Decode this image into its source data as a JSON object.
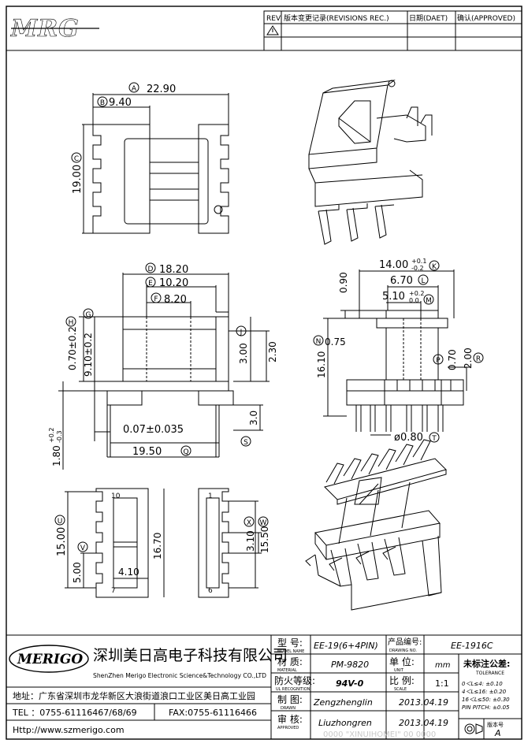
{
  "logo": {
    "text": "MRG"
  },
  "revision": {
    "headers": [
      "REV",
      "版本变更记录(REVISIONS REC.)",
      "日期(DAET)",
      "确认(APPROVED)"
    ]
  },
  "dims": {
    "a": "22.90",
    "b": "9.40",
    "c": "19.00",
    "d": "18.20",
    "e": "10.20",
    "f": "8.20",
    "h": "0.70±0.2",
    "h2": "9.10±0.2",
    "j": "3.00",
    "j2": "2.30",
    "s": "3.0",
    "p07": "0.07±0.035",
    "r": "19.50",
    "p180": "1.80",
    "p180tol_up": "+0.2",
    "p180tol_dn": "-0.3",
    "k": "14.00",
    "ktol_up": "+0.1",
    "ktol_dn": "-0.2",
    "l": "6.70",
    "m": "5.10",
    "mtol_up": "+0.2",
    "mtol_dn": "0.0",
    "p090": "0.90",
    "n": "0.75",
    "p1610": "16.10",
    "p070": "0.70",
    "q": "2.00",
    "t": "ø0.80",
    "u": "15.00",
    "v": "5.00",
    "p410": "4.10",
    "p1670": "16.70",
    "x": "3.10",
    "w": "15.50"
  },
  "markers": [
    "A",
    "B",
    "C",
    "D",
    "E",
    "F",
    "G",
    "H",
    "J",
    "K",
    "L",
    "M",
    "N",
    "P",
    "Q",
    "R",
    "S",
    "T",
    "U",
    "V",
    "W",
    "X"
  ],
  "pins": [
    "10",
    "7",
    "1",
    "6"
  ],
  "company": {
    "logo_text": "MERIGO",
    "name_cn": "深圳美日高电子科技有限公司",
    "name_en": "ShenZhen Merigo Electronic Science&Technology CO.,LTD",
    "address": "地址：广东省深圳市龙华新区大浪街道浪口工业区美日高工业园",
    "tel": "TEL ：0755-61116467/68/69",
    "fax": "FAX:0755-61116466",
    "web": "Http://www.szmerigo.com"
  },
  "title_block": {
    "model_label": "型  号:",
    "model_label_en": "MODEL NAME",
    "model": "EE-19(6+4PIN)",
    "drawing_label": "产品编号:",
    "drawing_label_en": "DRAWING NO.",
    "drawing_no": "EE-1916C",
    "material_label": "材  质:",
    "material_label_en": "MATERIAL",
    "material": "PM-9820",
    "unit_label": "单  位:",
    "unit_label_en": "UNIT",
    "unit": "mm",
    "ul_label": "防火等级:",
    "ul_label_en": "UL RECOGNITION",
    "ul": "94V-0",
    "scale_label": "比  例:",
    "scale_label_en": "SCALE",
    "scale": "1:1",
    "drawn_label": "制  图:",
    "drawn_label_en": "DRAWN",
    "drawn": "Zengzhenglin",
    "drawn_date": "2013.04.19",
    "approved_label": "审  核:",
    "approved_label_en": "APPROVED",
    "approved": "Liuzhongren",
    "approved_date": "2013.04.19",
    "tolerance_title": "未标注公差:",
    "tolerance_title_en": "TOLERANCE",
    "tolerance": [
      "0＜L≤4:  ±0.10",
      "4＜L≤16:  ±0.20",
      "16＜L≤50:  ±0.30",
      "PIN PITCH:  ±0.05"
    ],
    "version_label": "版本号",
    "version": "A"
  },
  "watermark": "0000 \"XINUIHOMEI\" 00 0000"
}
